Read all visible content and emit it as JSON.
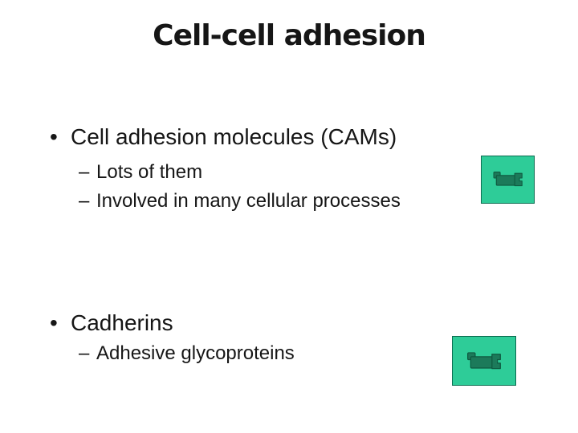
{
  "slide": {
    "title": "Cell-cell adhesion",
    "background_color": "#ffffff",
    "text_color": "#161616"
  },
  "bullets": [
    {
      "level": 1,
      "marker": "•",
      "text": "Cell adhesion molecules (CAMs)"
    },
    {
      "level": 2,
      "marker": "–",
      "text": "Lots of them"
    },
    {
      "level": 2,
      "marker": "–",
      "text": "Involved in many cellular processes"
    },
    {
      "level": 1,
      "marker": "•",
      "text": "Cadherins"
    },
    {
      "level": 2,
      "marker": "–",
      "text": "Adhesive glycoproteins"
    }
  ],
  "media": {
    "icon_name": "video-camera-icon",
    "fill_color": "#2ecc98",
    "border_color": "#0a6b4f",
    "glyph_color": "#1c7a5a",
    "glyph_outline_color": "#0f5940",
    "count": 2
  }
}
